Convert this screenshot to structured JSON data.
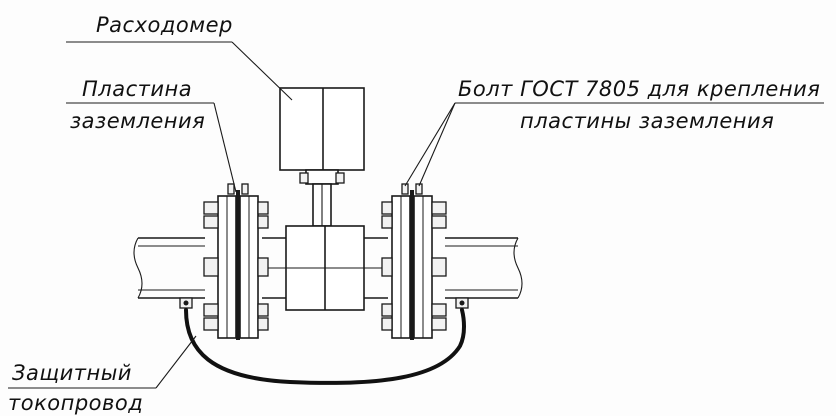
{
  "labels": {
    "flowmeter": "Расходомер",
    "plate_line1": "Пластина",
    "plate_line2": "заземления",
    "bolt_line1": "Болт ГОСТ 7805 для  крепления",
    "bolt_line2": "пластины заземления",
    "wire_line1": "Защитный",
    "wire_line2": "токопровод"
  }
}
